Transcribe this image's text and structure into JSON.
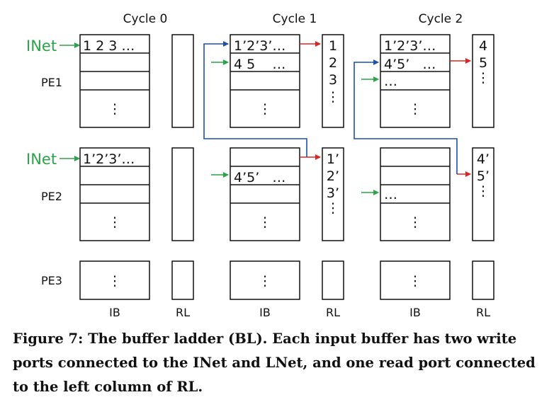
{
  "headers": [
    "Cycle 0",
    "Cycle 1",
    "Cycle 2"
  ],
  "pe_labels": [
    "PE1",
    "PE2",
    "PE3"
  ],
  "inet_label": "INet",
  "column_labels": {
    "ib": "IB",
    "rl": "RL"
  },
  "cells": {
    "c0_pe1_row1": "1 2 3 …",
    "c0_pe2_row1": "1’2’3’…",
    "c1_pe1_row1": "1’2’3’…",
    "c1_pe1_row2": "4 5    …",
    "c1_pe2_row2": "4’5’   …",
    "c2_pe1_row1": "1’2’3’…",
    "c2_pe1_row2": "4’5’   …",
    "c2_pe1_row3": "…",
    "c2_pe2_row3": "…",
    "dots": "⋮"
  },
  "rl": {
    "c1_pe1": [
      "1",
      "2",
      "3",
      "⋮"
    ],
    "c1_pe2": [
      "1’",
      "2’",
      "3’",
      "⋮"
    ],
    "c2_pe1": [
      "4",
      "5",
      "⋮"
    ],
    "c2_pe2": [
      "4’",
      "5’",
      "⋮"
    ]
  },
  "caption": "Figure 7: The buffer ladder (BL). Each input buffer has two write ports connected to the INet and LNet, and one read port connected to the left column of RL.",
  "colors": {
    "green": "#2aa34a",
    "red": "#e02424",
    "blue": "#1f4fa8",
    "ink": "#111111"
  }
}
